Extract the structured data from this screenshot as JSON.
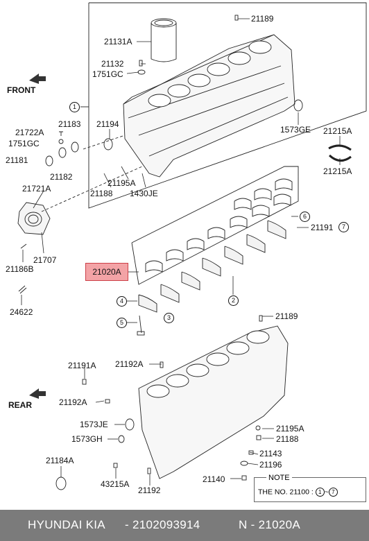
{
  "labels": {
    "front": "FRONT",
    "rear": "REAR",
    "p21189_top": "21189",
    "p21131A": "21131A",
    "p21132": "21132",
    "p1751GC_top": "1751GC",
    "p21194": "21194",
    "p1573GE": "1573GE",
    "p21215A_top": "21215A",
    "p21215A_bottom": "21215A",
    "p21722A": "21722A",
    "p21183": "21183",
    "p1751GC_left": "1751GC",
    "p21181": "21181",
    "p21182": "21182",
    "p21195A_top": "21195A",
    "p21188_top": "21188",
    "p1430JE": "1430JE",
    "p21721A": "21721A",
    "p21707": "21707",
    "p21186B": "21186B",
    "p24622": "24622",
    "p21191_top": "21191",
    "p21020A": "21020A",
    "p21189_bottom": "21189",
    "p21191A": "21191A",
    "p21192A_top": "21192A",
    "p21192A_left": "21192A",
    "p1573JE": "1573JE",
    "p1573GH": "1573GH",
    "p21184A": "21184A",
    "p43215A": "43215A",
    "p21192": "21192",
    "p21195A_bottom": "21195A",
    "p21188_bottom": "21188",
    "p21143": "21143",
    "p21196": "21196",
    "p21140": "21140"
  },
  "callouts": {
    "c1": "1",
    "c2": "2",
    "c3": "3",
    "c4": "4",
    "c5": "5",
    "c6": "6",
    "c7": "7"
  },
  "note": {
    "title": "NOTE",
    "text": "THE NO. 21100 :",
    "from": "1",
    "tilde": "~",
    "to": "7"
  },
  "footer": {
    "brand": "HYUNDAI  KIA",
    "part_number": "- 2102093914",
    "ref": "N - 21020A"
  },
  "colors": {
    "highlight_fill": "#f3a3a6",
    "highlight_border": "#cc3f47",
    "footer_bg": "#7b7b7b"
  }
}
